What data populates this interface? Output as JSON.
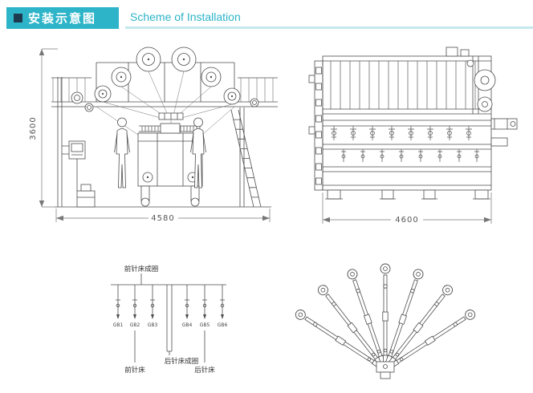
{
  "colors": {
    "accent": "#2db4c8",
    "accent_dark": "#1e3a4f",
    "accent_light": "#c3e9ef",
    "line": "#4d4d4d"
  },
  "header": {
    "title_cn": "安装示意图",
    "title_en": "Scheme of Installation"
  },
  "front_view": {
    "dim_height": "3600",
    "dim_width": "4580"
  },
  "side_view": {
    "dim_width": "4600"
  },
  "threading": {
    "top_label": "前针床成圈",
    "bars": [
      "GB1",
      "GB2",
      "GB3",
      "GB4",
      "GB5",
      "GB6"
    ],
    "mid_label": "后针床成圈",
    "front_bed_label": "前针床",
    "back_bed_label": "后针床"
  }
}
